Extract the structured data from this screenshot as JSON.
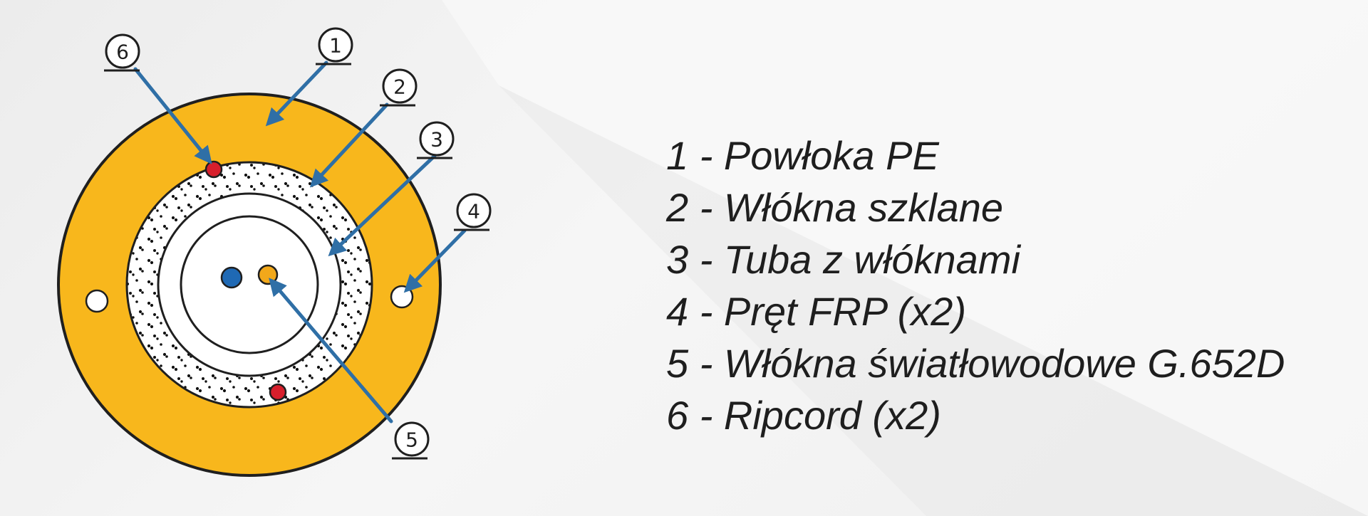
{
  "colors": {
    "jacket": "#F8B71C",
    "arrow": "#2F6FA6",
    "ripcord": "#D71F2C",
    "fiber_blue": "#1F69B4",
    "fiber_yellow": "#F2A81A"
  },
  "callouts": [
    {
      "num": "1"
    },
    {
      "num": "2"
    },
    {
      "num": "3"
    },
    {
      "num": "4"
    },
    {
      "num": "5"
    },
    {
      "num": "6"
    }
  ],
  "legend": [
    {
      "text": "1 - Powłoka PE"
    },
    {
      "text": "2 - Włókna szklane"
    },
    {
      "text": "3 - Tuba z włóknami"
    },
    {
      "text": "4 - Pręt FRP (x2)"
    },
    {
      "text": "5 - Włókna światłowodowe G.652D"
    },
    {
      "text": "6 - Ripcord (x2)"
    }
  ]
}
